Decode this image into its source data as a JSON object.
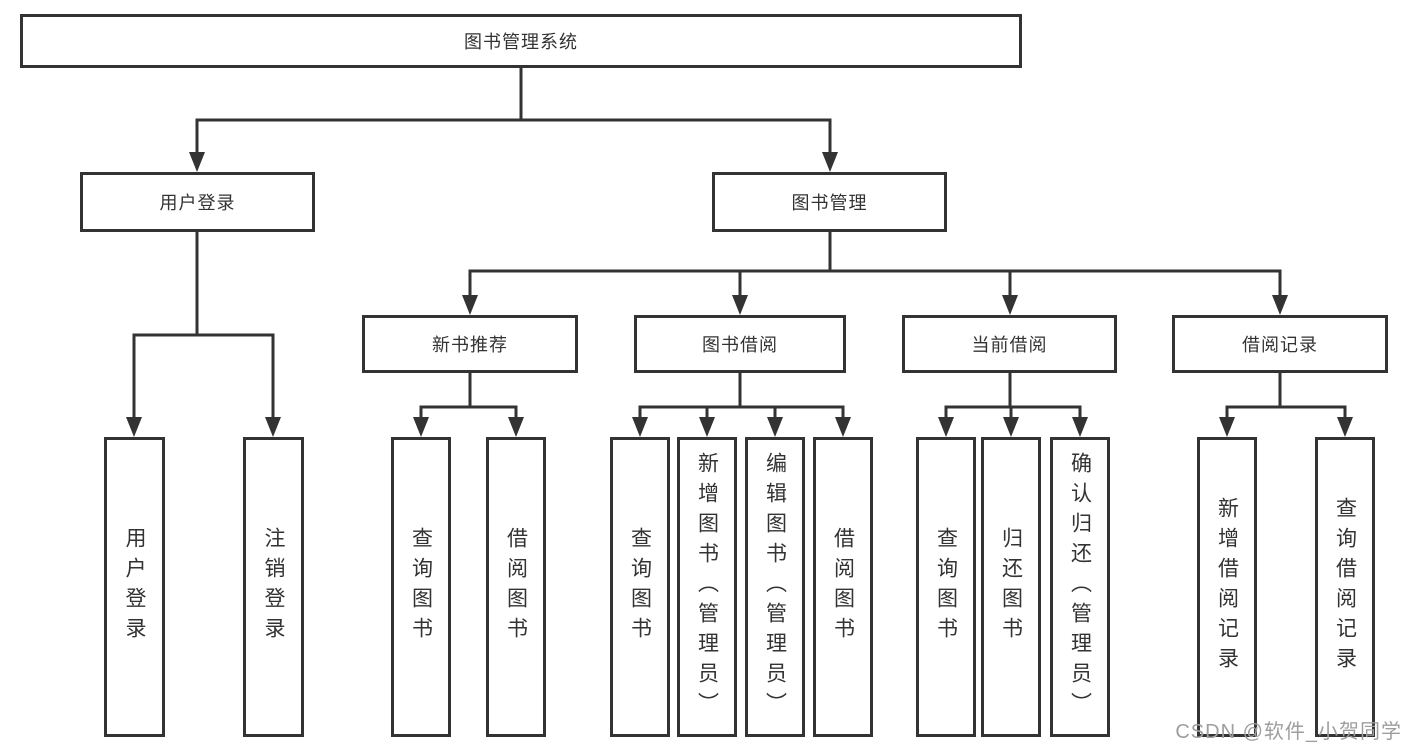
{
  "tree": {
    "root": {
      "label": "图书管理系统",
      "children": [
        {
          "label": "用户登录",
          "children": [
            {
              "label": "用户登录"
            },
            {
              "label": "注销登录"
            }
          ]
        },
        {
          "label": "图书管理",
          "children": [
            {
              "label": "新书推荐",
              "children": [
                {
                  "label": "查询图书"
                },
                {
                  "label": "借阅图书"
                }
              ]
            },
            {
              "label": "图书借阅",
              "children": [
                {
                  "label": "查询图书"
                },
                {
                  "label": "新增图书（管理员）"
                },
                {
                  "label": "编辑图书（管理员）"
                },
                {
                  "label": "借阅图书"
                }
              ]
            },
            {
              "label": "当前借阅",
              "children": [
                {
                  "label": "查询图书"
                },
                {
                  "label": "归还图书"
                },
                {
                  "label": "确认归还（管理员）"
                }
              ]
            },
            {
              "label": "借阅记录",
              "children": [
                {
                  "label": "新增借阅记录"
                },
                {
                  "label": "查询借阅记录"
                }
              ]
            }
          ]
        }
      ]
    }
  },
  "watermark": "CSDN @软件_小贺同学",
  "colors": {
    "line": "#333333",
    "text": "#333333",
    "watermark_gray": "#9e9e9e",
    "background": "#ffffff"
  }
}
